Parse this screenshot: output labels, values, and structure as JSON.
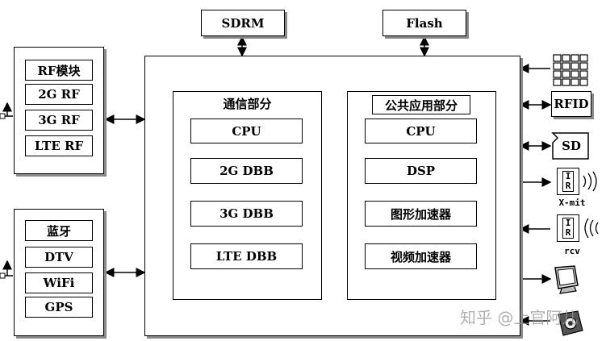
{
  "memory": {
    "sdrm": "SDRM",
    "flash": "Flash"
  },
  "rf_group": {
    "items": [
      "RF模块",
      "2G RF",
      "3G RF",
      "LTE RF"
    ]
  },
  "conn_group": {
    "items": [
      "蓝牙",
      "DTV",
      "WiFi",
      "GPS"
    ]
  },
  "comm": {
    "title": "通信部分",
    "items": [
      "CPU",
      "2G DBB",
      "3G DBB",
      "LTE DBB"
    ]
  },
  "app": {
    "title": "公共应用部分",
    "items": [
      "CPU",
      "DSP",
      "图形加速器",
      "视频加速器"
    ]
  },
  "peripherals": {
    "rfid": "RFID",
    "sd": "SD",
    "ir_tx_letters": "I R",
    "ir_tx_label": "X-mit",
    "ir_rx_letters": "I R",
    "ir_rx_label": "rcv"
  },
  "icons": [
    "keypad-icon",
    "monitor-icon",
    "camera-icon",
    "antenna-icon"
  ],
  "watermark": "知乎 @上官阿儿"
}
